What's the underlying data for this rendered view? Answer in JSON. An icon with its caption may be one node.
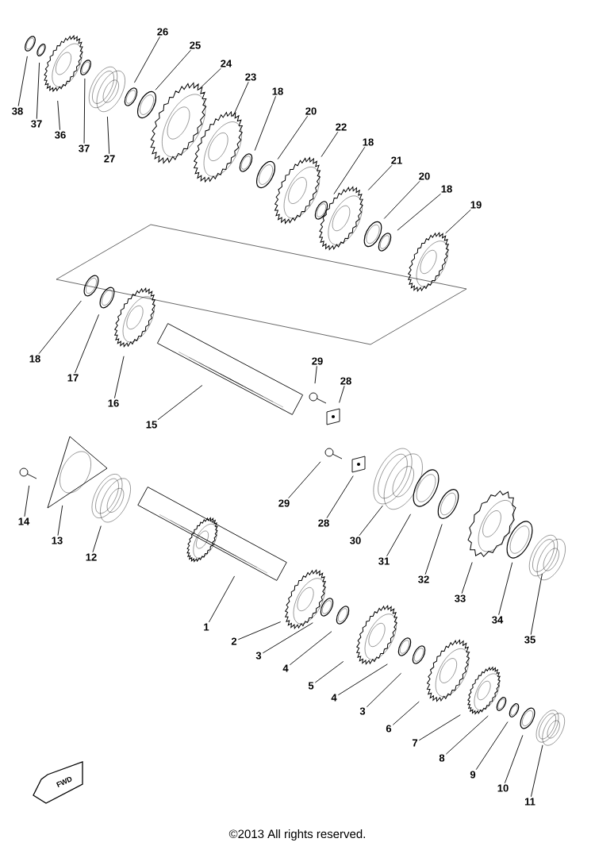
{
  "diagram": {
    "nodes": [
      {
        "text": [
          "38"
        ]
      },
      {
        "text": [
          "37"
        ]
      },
      {
        "text": [
          "36"
        ]
      },
      {
        "text": [
          "37"
        ]
      },
      {
        "text": [
          "27"
        ]
      },
      {
        "text": [
          "26"
        ]
      },
      {
        "text": [
          "25"
        ]
      },
      {
        "text": [
          "24"
        ]
      },
      {
        "text": [
          "23"
        ]
      },
      {
        "text": [
          "18"
        ]
      },
      {
        "text": [
          "20"
        ]
      },
      {
        "text": [
          "22"
        ]
      },
      {
        "text": [
          "18"
        ]
      },
      {
        "text": [
          "21"
        ]
      },
      {
        "text": [
          "20"
        ]
      },
      {
        "text": [
          "18"
        ]
      },
      {
        "text": [
          "19"
        ]
      },
      {
        "text": [
          "18"
        ]
      },
      {
        "text": [
          "17"
        ]
      },
      {
        "text": [
          "16"
        ]
      },
      {
        "text": [
          "15"
        ]
      },
      {
        "text": [
          "29"
        ]
      },
      {
        "text": [
          "28"
        ]
      },
      {
        "text": [
          "14"
        ]
      },
      {
        "text": [
          "13"
        ]
      },
      {
        "text": [
          "12"
        ]
      },
      {
        "text": [
          "29"
        ]
      },
      {
        "text": [
          "28"
        ]
      },
      {
        "text": [
          "30"
        ]
      },
      {
        "text": [
          "31"
        ]
      },
      {
        "text": [
          "32"
        ]
      },
      {
        "text": [
          "33"
        ]
      },
      {
        "text": [
          "34"
        ]
      },
      {
        "text": [
          "35"
        ]
      },
      {
        "text": [
          "1"
        ]
      },
      {
        "text": [
          "2"
        ]
      },
      {
        "text": [
          "3"
        ]
      },
      {
        "text": [
          "4"
        ]
      },
      {
        "text": [
          "5"
        ]
      },
      {
        "text": [
          "4"
        ]
      },
      {
        "text": [
          "3"
        ]
      },
      {
        "text": [
          "6"
        ]
      },
      {
        "text": [
          "7"
        ]
      },
      {
        "text": [
          "8"
        ]
      },
      {
        "text": [
          "9"
        ]
      },
      {
        "text": [
          "10"
        ]
      },
      {
        "text": [
          "11"
        ]
      }
    ],
    "edges": [
      {
        "from": 0,
        "to": null,
        "arrow": "none"
      },
      {
        "from": 1,
        "to": null,
        "arrow": "none"
      },
      {
        "from": 2,
        "to": null,
        "arrow": "none"
      },
      {
        "from": 3,
        "to": null,
        "arrow": "none"
      },
      {
        "from": 4,
        "to": null,
        "arrow": "none"
      },
      {
        "from": 5,
        "to": null,
        "arrow": "none"
      },
      {
        "from": 6,
        "to": null,
        "arrow": "none"
      },
      {
        "from": 7,
        "to": null,
        "arrow": "none"
      },
      {
        "from": 8,
        "to": null,
        "arrow": "none"
      },
      {
        "from": 9,
        "to": null,
        "arrow": "none"
      },
      {
        "from": 10,
        "to": null,
        "arrow": "none"
      },
      {
        "from": 11,
        "to": null,
        "arrow": "none"
      },
      {
        "from": 12,
        "to": null,
        "arrow": "none"
      },
      {
        "from": 13,
        "to": null,
        "arrow": "none"
      },
      {
        "from": 14,
        "to": null,
        "arrow": "none"
      },
      {
        "from": 15,
        "to": null,
        "arrow": "none"
      },
      {
        "from": 16,
        "to": null,
        "arrow": "none"
      },
      {
        "from": 17,
        "to": null,
        "arrow": "none"
      },
      {
        "from": 18,
        "to": null,
        "arrow": "none"
      },
      {
        "from": 19,
        "to": null,
        "arrow": "none"
      },
      {
        "from": 20,
        "to": null,
        "arrow": "none"
      },
      {
        "from": 21,
        "to": null,
        "arrow": "none"
      },
      {
        "from": 22,
        "to": null,
        "arrow": "none"
      },
      {
        "from": 23,
        "to": null,
        "arrow": "none"
      },
      {
        "from": 24,
        "to": null,
        "arrow": "none"
      },
      {
        "from": 25,
        "to": null,
        "arrow": "none"
      },
      {
        "from": 26,
        "to": null,
        "arrow": "none"
      },
      {
        "from": 27,
        "to": null,
        "arrow": "none"
      },
      {
        "from": 28,
        "to": null,
        "arrow": "none"
      },
      {
        "from": 29,
        "to": null,
        "arrow": "none"
      },
      {
        "from": 30,
        "to": null,
        "arrow": "none"
      },
      {
        "from": 31,
        "to": null,
        "arrow": "none"
      },
      {
        "from": 32,
        "to": null,
        "arrow": "none"
      },
      {
        "from": 33,
        "to": null,
        "arrow": "none"
      },
      {
        "from": 34,
        "to": null,
        "arrow": "none"
      },
      {
        "from": 35,
        "to": null,
        "arrow": "none"
      },
      {
        "from": 36,
        "to": null,
        "arrow": "none"
      },
      {
        "from": 37,
        "to": null,
        "arrow": "none"
      },
      {
        "from": 38,
        "to": null,
        "arrow": "none"
      },
      {
        "from": 39,
        "to": null,
        "arrow": "none"
      },
      {
        "from": 40,
        "to": null,
        "arrow": "none"
      },
      {
        "from": 41,
        "to": null,
        "arrow": "none"
      },
      {
        "from": 42,
        "to": null,
        "arrow": "none"
      },
      {
        "from": 43,
        "to": null,
        "arrow": "none"
      },
      {
        "from": 44,
        "to": null,
        "arrow": "none"
      },
      {
        "from": 45,
        "to": null,
        "arrow": "none"
      },
      {
        "from": 46,
        "to": null,
        "arrow": "none"
      }
    ],
    "labels": [
      "FWD",
      "©2013 All rights reserved."
    ]
  }
}
